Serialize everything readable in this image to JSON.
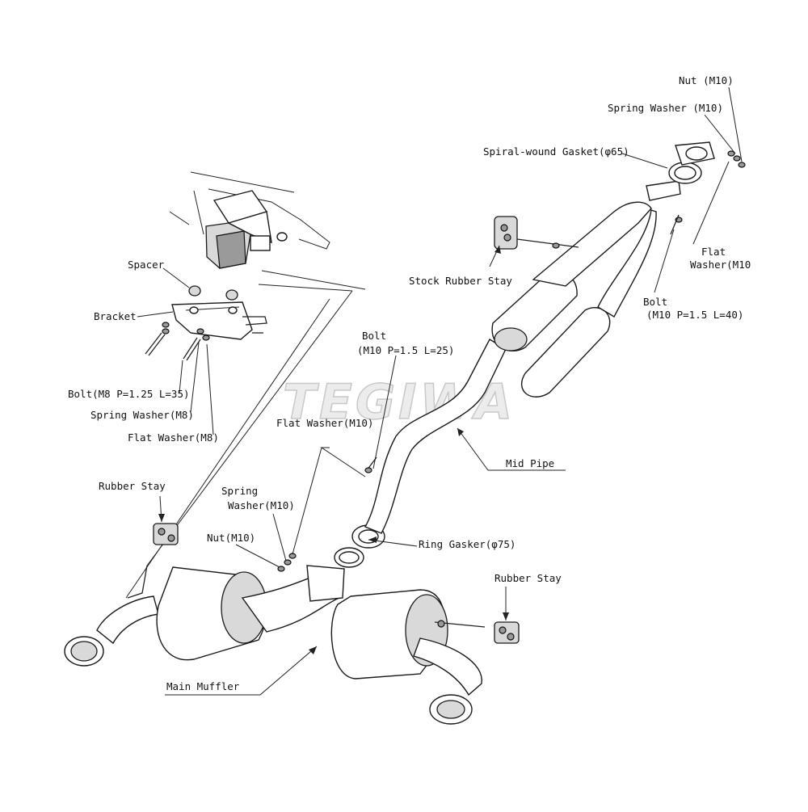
{
  "watermark": "TEGIWA",
  "labels": {
    "nut_m10_top": "Nut (M10)",
    "spring_washer_m10_top": "Spring Washer (M10)",
    "spiral_gasket": "Spiral-wound Gasket(φ65)",
    "stock_rubber_stay": "Stock Rubber Stay",
    "flat_washer_right_1": "Flat",
    "flat_washer_right_2": "Washer(M10",
    "bolt_right_1": "Bolt",
    "bolt_right_2": "(M10 P=1.5 L=40)",
    "spacer": "Spacer",
    "bracket": "Bracket",
    "bolt_m8": "Bolt(M8 P=1.25 L=35)",
    "spring_washer_m8": "Spring Washer(M8)",
    "flat_washer_m8": "Flat Washer(M8)",
    "bolt_center_1": "Bolt",
    "bolt_center_2": "(M10 P=1.5 L=25)",
    "flat_washer_center": "Flat Washer(M10)",
    "mid_pipe": "Mid Pipe",
    "rubber_stay_left": "Rubber Stay",
    "spring_washer_left_1": "Spring",
    "spring_washer_left_2": "Washer(M10)",
    "nut_m10_left": "Nut(M10)",
    "ring_gasket": "Ring Gasker(φ75)",
    "rubber_stay_right": "Rubber Stay",
    "main_muffler": "Main Muffler"
  }
}
